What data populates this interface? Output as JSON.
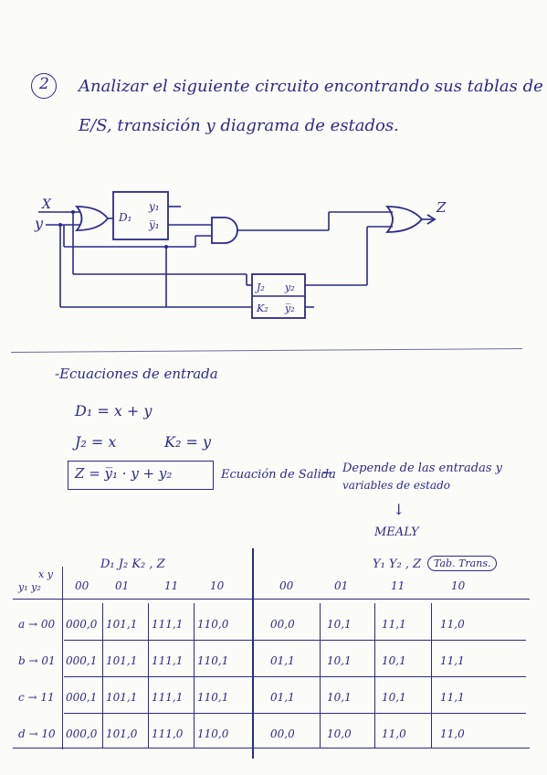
{
  "problem": {
    "number": "2",
    "line1": "Analizar el siguiente circuito encontrando sus tablas de",
    "line2": "E/S, transición y diagrama de estados."
  },
  "circuit": {
    "input_x": "X",
    "input_y": "y",
    "output_z": "Z",
    "ff1": {
      "d": "D₁",
      "q": "y₁",
      "qbar": "y̅₁"
    },
    "ff2": {
      "j": "J₂",
      "k": "K₂",
      "q": "y₂",
      "qbar": "y̅₂"
    }
  },
  "equations": {
    "heading": "-Ecuaciones de entrada",
    "d1": "D₁ = x + y",
    "j2": "J₂ = x",
    "k2": "K₂ = y",
    "z": "Z = y̅₁ · y + y₂",
    "z_label": "Ecuación de Salida",
    "arrow": "→",
    "depends_line1": "Depende de las entradas y",
    "depends_line2": "variables de estado",
    "down_arrow": "↓",
    "mealy": "MEALY"
  },
  "table": {
    "left_title": "D₁ J₂ K₂ , Z",
    "right_title": "Y₁ Y₂ , Z",
    "tab_label": "Tab. Trans.",
    "corner_x_y": "x y",
    "corner_y1_y2": "y₁ y₂",
    "columns": [
      "00",
      "01",
      "11",
      "10"
    ],
    "rows": [
      {
        "label": "a → 00",
        "left": [
          "000,0",
          "101,1",
          "111,1",
          "110,0"
        ],
        "right": [
          "00,0",
          "10,1",
          "11,1",
          "11,0"
        ]
      },
      {
        "label": "b → 01",
        "left": [
          "000,1",
          "101,1",
          "111,1",
          "110,1"
        ],
        "right": [
          "01,1",
          "10,1",
          "10,1",
          "11,1"
        ]
      },
      {
        "label": "c → 11",
        "left": [
          "000,1",
          "101,1",
          "111,1",
          "110,1"
        ],
        "right": [
          "01,1",
          "10,1",
          "10,1",
          "11,1"
        ]
      },
      {
        "label": "d → 10",
        "left": [
          "000,0",
          "101,0",
          "111,0",
          "110,0"
        ],
        "right": [
          "00,0",
          "10,0",
          "11,0",
          "11,0"
        ]
      }
    ]
  }
}
